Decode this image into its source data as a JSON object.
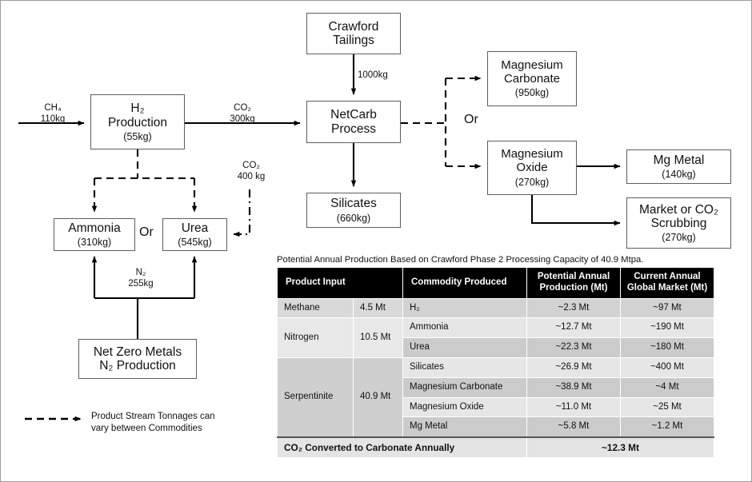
{
  "diagram": {
    "nodes": {
      "h2": {
        "line1": "H₂",
        "line2": "Production",
        "sub": "(55kg)"
      },
      "crawford": {
        "line1": "Crawford",
        "line2": "Tailings"
      },
      "netcarb": {
        "line1": "NetCarb",
        "line2": "Process"
      },
      "silicates": {
        "line1": "Silicates",
        "sub": "(660kg)"
      },
      "mgcarb": {
        "line1": "Magnesium",
        "line2": "Carbonate",
        "sub": "(950kg)"
      },
      "mgox": {
        "line1": "Magnesium",
        "line2": "Oxide",
        "sub": "(270kg)"
      },
      "mgmetal": {
        "line1": "Mg Metal",
        "sub": "(140kg)"
      },
      "market": {
        "line1": "Market or CO₂",
        "line2": "Scrubbing",
        "sub": "(270kg)"
      },
      "ammonia": {
        "line1": "Ammonia",
        "sub": "(310kg)"
      },
      "urea": {
        "line1": "Urea",
        "sub": "(545kg)"
      },
      "nzm": {
        "line1": "Net Zero Metals",
        "line2": "N₂ Production"
      }
    },
    "stream_labels": {
      "ch4": {
        "species": "CH₄",
        "mass": "110kg"
      },
      "co2_out": {
        "species": "CO₂",
        "mass": "300kg"
      },
      "tailings": {
        "mass": "1000kg"
      },
      "co2_urea": {
        "species": "CO₂",
        "mass": "400 kg"
      },
      "n2": {
        "species": "N₂",
        "mass": "255kg"
      }
    },
    "or_labels": {
      "left": "Or",
      "right": "Or"
    },
    "legend": {
      "line1": "Product Stream Tonnages can",
      "line2": "vary between Commodities"
    }
  },
  "table": {
    "caption": "Potential Annual Production Based on Crawford Phase 2 Processing Capacity of 40.9 Mtpa.",
    "headers": {
      "product_input": "Product Input",
      "commodity": "Commodity Produced",
      "potential": "Potential Annual Production (Mt)",
      "market": "Current Annual Global Market (Mt)"
    },
    "inputs": [
      {
        "name": "Methane",
        "amount": "4.5 Mt"
      },
      {
        "name": "Nitrogen",
        "amount": "10.5 Mt"
      },
      {
        "name": "Serpentinite",
        "amount": "40.9 Mt"
      }
    ],
    "rows": [
      {
        "commodity": "H₂",
        "potential": "~2.3 Mt",
        "market": "~97 Mt"
      },
      {
        "commodity": "Ammonia",
        "potential": "~12.7 Mt",
        "market": "~190 Mt"
      },
      {
        "commodity": "Urea",
        "potential": "~22.3 Mt",
        "market": "~180 Mt"
      },
      {
        "commodity": "Silicates",
        "potential": "~26.9 Mt",
        "market": "~400 Mt"
      },
      {
        "commodity": "Magnesium Carbonate",
        "potential": "~38.9 Mt",
        "market": "~4 Mt"
      },
      {
        "commodity": "Magnesium Oxide",
        "potential": "~11.0 Mt",
        "market": "~25 Mt"
      },
      {
        "commodity": "Mg Metal",
        "potential": "~5.8 Mt",
        "market": "~1.2 Mt"
      }
    ],
    "total": {
      "label": "CO₂ Converted to Carbonate Annually",
      "value": "~12.3 Mt"
    }
  },
  "colors": {
    "header_bg": "#000000",
    "border": "#5e5e5e",
    "page_bg": "#ffffff"
  }
}
